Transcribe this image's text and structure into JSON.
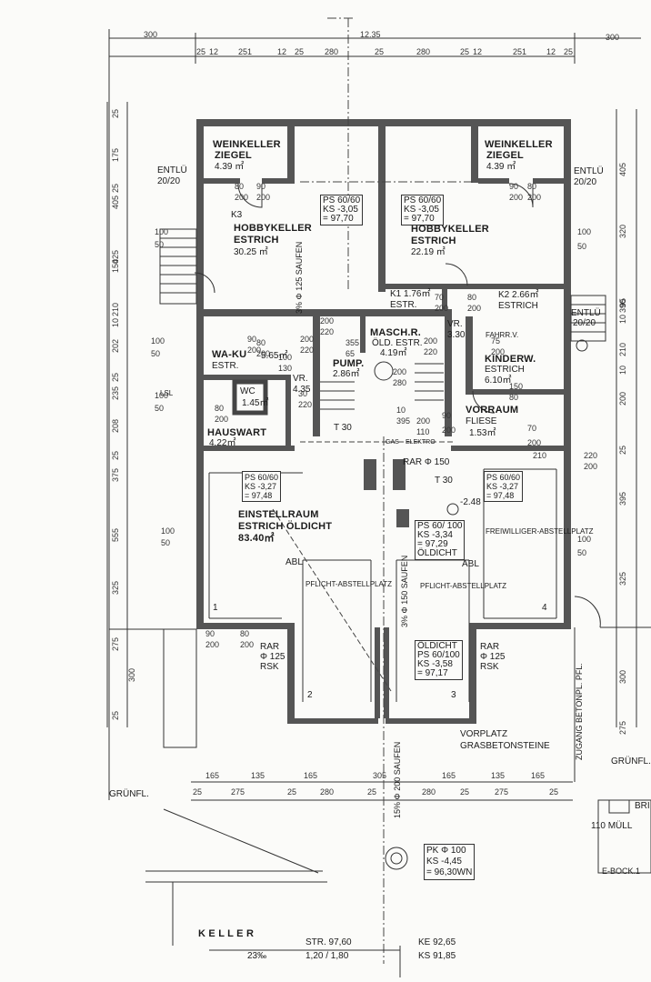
{
  "rooms": [
    {
      "id": "weinkeller-l",
      "name": "WEINKELLER",
      "sub": "ZIEGEL",
      "area": "4.39 ㎡"
    },
    {
      "id": "weinkeller-r",
      "name": "WEINKELLER",
      "sub": "ZIEGEL",
      "area": "4.39 ㎡"
    },
    {
      "id": "hobby-l",
      "name": "HOBBYKELLER",
      "sub": "ESTRICH",
      "area": "30.25 ㎡"
    },
    {
      "id": "hobby-r",
      "name": "HOBBYKELLER",
      "sub": "ESTRICH",
      "area": "22.19 ㎡"
    },
    {
      "id": "k1",
      "name": "K1 1.76㎡",
      "sub": "ESTR."
    },
    {
      "id": "k2",
      "name": "K2 2.66㎡",
      "sub": "ESTRICH"
    },
    {
      "id": "waku",
      "name": "WA-KU",
      "sub": "ESTR.",
      "area": "5.65㎡"
    },
    {
      "id": "maschr",
      "name": "MASCH.R.",
      "sub": "ÖLD. ESTR.",
      "area": "4.19㎡"
    },
    {
      "id": "pump",
      "name": "PUMP.",
      "area": "2.86㎡"
    },
    {
      "id": "kinderw",
      "name": "KINDERW.",
      "sub": "ESTRICH",
      "area": "6.10㎡"
    },
    {
      "id": "wc",
      "name": "WC",
      "area": "1.45㎡"
    },
    {
      "id": "vr-l",
      "name": "VR.",
      "area": "4.35"
    },
    {
      "id": "vr-r",
      "name": "VR.",
      "area": "3.30"
    },
    {
      "id": "hauswart",
      "name": "HAUSWART",
      "area": "4.22㎡"
    },
    {
      "id": "vorraum",
      "name": "VORRAUM",
      "sub": "FLIESE",
      "area": "1.53㎡"
    },
    {
      "id": "einstell",
      "name": "EINSTELLRAUM",
      "sub": "ESTRICH ÖLDICHT",
      "area": "83.40㎡"
    }
  ],
  "labels": {
    "entlu_l": "ENTLÜ",
    "entlu_l_size": "20/20",
    "entlu_r": "ENTLÜ",
    "entlu_r_size": "20/20",
    "entlu_r2": "ENTLÜ",
    "entlu_r2_size": "20/20",
    "k3": "K3",
    "ps1": [
      "PS 60/60",
      "KS -3,05",
      "= 97,70"
    ],
    "ps2": [
      "PS 60/60",
      "KS -3,05",
      "= 97,70"
    ],
    "ps3": [
      "PS 60/60",
      "KS -3,27",
      "= 97,48"
    ],
    "ps4": [
      "PS 60/60",
      "KS -3,27",
      "= 97,48"
    ],
    "ps5": [
      "PS 60/ 100",
      "KS -3,34",
      "= 97,29",
      "ÖLDICHT"
    ],
    "ps6": [
      "ÖLDICHT",
      "PS 60/100",
      "KS -3,58",
      "= 97,17"
    ],
    "pk": [
      "PK Φ 100",
      "KS -4,45",
      "= 96,30WN"
    ],
    "pflicht_l": "PFLICHT-ABSTELLPLATZ",
    "pflicht_r": "PFLICHT-ABSTELLPLATZ",
    "freiwillig": "FREIWILLIGER-ABSTELLPLATZ",
    "abl_l": "ABL",
    "abl_r": "ABL",
    "rar_l": [
      "RAR",
      "Φ 125",
      "RSK"
    ],
    "rar_r": [
      "RAR",
      "Φ 125",
      "RSK"
    ],
    "rar_top": "RAR Φ 150",
    "gas": "GAS",
    "elektro": "ELEKTRO",
    "t30_a": "T 30",
    "t30_b": "T 30",
    "vorplatz": "VORPLATZ",
    "grasbeton": "GRASBETONSTEINE",
    "zugang": "ZUGANG BETONPL. PFL.",
    "grunfl_l": "GRÜNFL.",
    "grunfl_r": "GRÜNFL.",
    "bri": "BRI",
    "mull": "110 MÜLL",
    "ebock": "E-BOCK.1",
    "keller": "K E L L E R",
    "slope": "23‰",
    "str": "STR. 97,60",
    "str2": "1,20 / 1,80",
    "ke": "KE 92,65",
    "ks": "KS 91,85",
    "fahrrv": "FAHRR.V.",
    "level": "-2.48",
    "ramp_l": "3% Φ 125 SAUFEN",
    "ramp_m": "3% Φ 150 SAUFEN",
    "ramp_b": "15% Φ 200 SAUFEN",
    "parking": [
      "1",
      "2",
      "3",
      "4"
    ],
    "lsl": "LSL"
  },
  "dims": {
    "top_total": "12.35",
    "top_left": "300",
    "top_right": "300",
    "top_row": [
      "25",
      "12",
      "251",
      "12",
      "25",
      "280",
      "25",
      "280",
      "25",
      "12",
      "251",
      "12",
      "25"
    ],
    "bottom_row1": [
      "165",
      "135",
      "165",
      "305",
      "165",
      "135",
      "165"
    ],
    "bottom_row2": [
      "25",
      "275",
      "25",
      "280",
      "25",
      "280",
      "25",
      "275",
      "25"
    ],
    "left_col": [
      "25",
      "175",
      "25",
      "405",
      "425",
      "150",
      "210",
      "10",
      "202",
      "25",
      "235",
      "208",
      "25",
      "375",
      "555",
      "325",
      "275",
      "300",
      "25"
    ],
    "right_col": [
      "405",
      "320",
      "390",
      "95",
      "10",
      "210",
      "10",
      "200",
      "25",
      "395",
      "325",
      "300",
      "275"
    ],
    "misc": [
      "100",
      "50",
      "100",
      "50",
      "100",
      "50",
      "100",
      "50",
      "100",
      "50",
      "100",
      "50",
      "80",
      "200",
      "90",
      "200",
      "90",
      "200",
      "80",
      "200",
      "70",
      "200",
      "80",
      "200",
      "90",
      "200",
      "200",
      "220",
      "100",
      "130",
      "30",
      "220",
      "200",
      "220",
      "200",
      "220",
      "200",
      "280",
      "10",
      "395",
      "355",
      "65",
      "70",
      "200",
      "210",
      "220",
      "200",
      "90",
      "200",
      "80",
      "200",
      "80",
      "200",
      "75",
      "200",
      "150",
      "80",
      "200",
      "110",
      "90",
      "200",
      "80",
      "200"
    ]
  }
}
